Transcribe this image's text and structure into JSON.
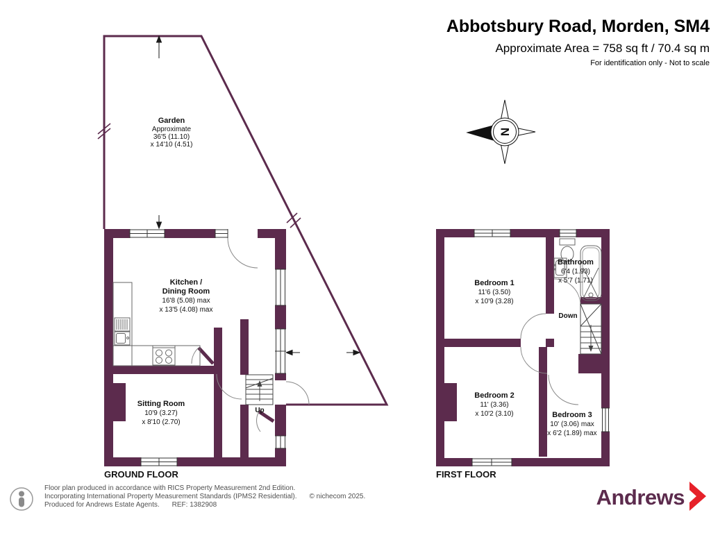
{
  "header": {
    "title": "Abbotsbury Road, Morden, SM4",
    "area": "Approximate Area = 758 sq ft / 70.4 sq m",
    "note": "For identification only - Not to scale"
  },
  "floors": {
    "ground_label": "GROUND FLOOR",
    "first_label": "FIRST FLOOR"
  },
  "rooms": {
    "garden": {
      "lines": [
        "Garden",
        "Approximate",
        "36'5 (11.10)",
        "x 14'10 (4.51)"
      ]
    },
    "kitchen": {
      "lines": [
        "Kitchen /",
        "Dining Room",
        "16'8 (5.08) max",
        "x 13'5 (4.08) max"
      ]
    },
    "sitting": {
      "lines": [
        "Sitting Room",
        "10'9 (3.27)",
        "x 8'10 (2.70)"
      ]
    },
    "bedroom1": {
      "lines": [
        "Bedroom 1",
        "11'6 (3.50)",
        "x 10'9 (3.28)"
      ]
    },
    "bathroom": {
      "lines": [
        "Bathroom",
        "6'4 (1.93)",
        "x 5'7 (1.71)"
      ]
    },
    "bedroom2": {
      "lines": [
        "Bedroom 2",
        "11' (3.36)",
        "x 10'2 (3.10)"
      ]
    },
    "bedroom3": {
      "lines": [
        "Bedroom 3",
        "10' (3.06) max",
        "x 6'2 (1.89) max"
      ]
    }
  },
  "stairs": {
    "up": "Up",
    "down": "Down"
  },
  "compass": {
    "letter": "N"
  },
  "footer": {
    "line1": "Floor plan produced in accordance with RICS Property Measurement 2nd Edition.",
    "line2": "Incorporating International Property Measurement Standards (IPMS2 Residential).",
    "copyright": "© nichecom 2025.",
    "line3": "Produced for Andrews Estate Agents.",
    "ref": "REF: 1382908"
  },
  "logo": {
    "text": "Andrews"
  },
  "colors": {
    "wall": "#5c2b4d",
    "logo_red": "#e62129"
  }
}
